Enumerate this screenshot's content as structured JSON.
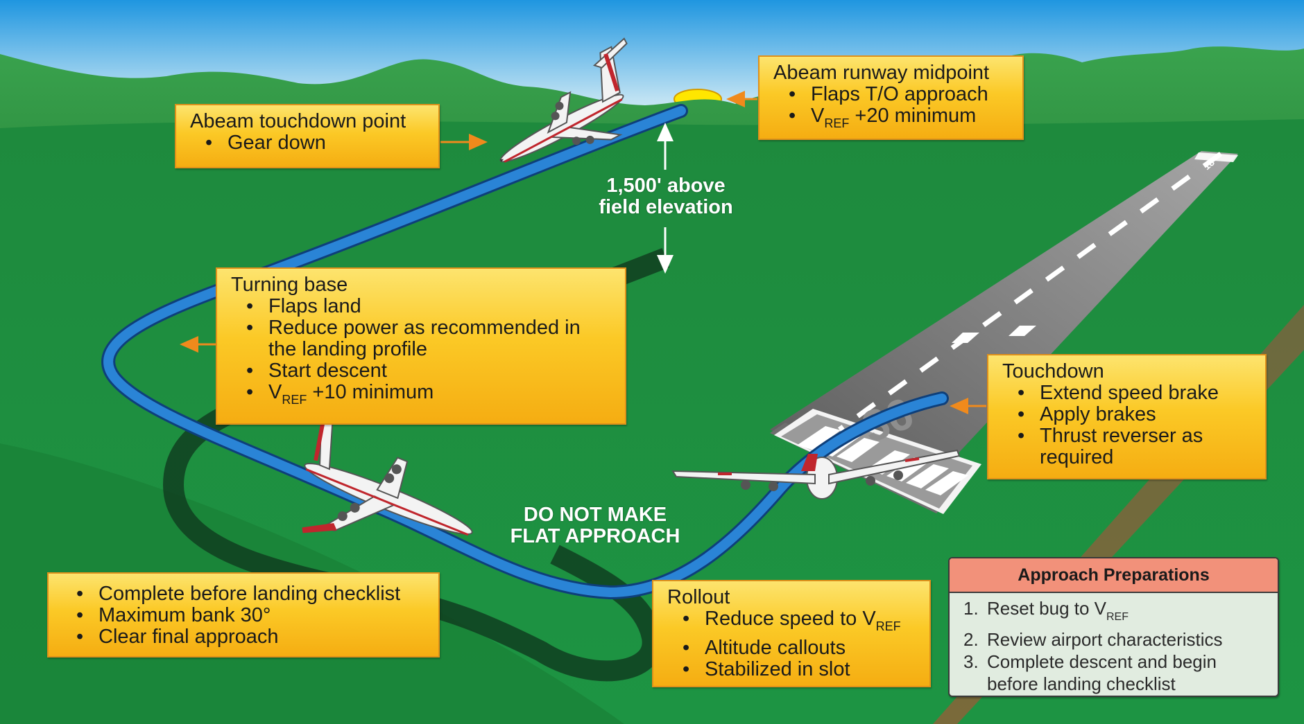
{
  "abeam_touchdown": {
    "title": "Abeam touchdown point",
    "items": [
      "Gear down"
    ]
  },
  "abeam_midpoint": {
    "title": "Abeam runway midpoint",
    "item1": "Flaps T/O approach",
    "item2_v": "V",
    "item2_sub": "REF",
    "item2_rest": " +20 minimum"
  },
  "altitude_label": {
    "line1": "1,500' above",
    "line2": "field elevation"
  },
  "turning_base": {
    "title": "Turning base",
    "item1": "Flaps land",
    "item2": "Reduce power as recommended in the landing profile",
    "item3": "Start descent",
    "item4_v": "V",
    "item4_sub": "REF",
    "item4_rest": " +10 minimum"
  },
  "touchdown": {
    "title": "Touchdown",
    "items": [
      "Extend speed brake",
      "Apply brakes",
      "Thrust reverser as required"
    ]
  },
  "flat_approach": {
    "line1": "DO NOT MAKE",
    "line2": "FLAT APPROACH"
  },
  "final_box": {
    "items": [
      "Complete before landing checklist",
      "Maximum bank 30°",
      "Clear final approach"
    ]
  },
  "rollout": {
    "title": "Rollout",
    "item1_text": "Reduce speed to V",
    "item1_sub": "REF",
    "item2": "Altitude callouts",
    "item3": "Stabilized in slot"
  },
  "approach_prep": {
    "title": "Approach Preparations",
    "item1_num": "1.",
    "item1_text": "Reset bug to V",
    "item1_sub": "REF",
    "item2_num": "2.",
    "item2_text": "Review airport characteristics",
    "item3_num": "3.",
    "item3_text": "Complete descent and begin before landing checklist"
  },
  "runway": {
    "near_number": "36",
    "far_number": "18"
  },
  "colors": {
    "callout_fill": "#fbc926",
    "callout_border": "#e0901a",
    "arrow": "#f08a1c",
    "flight_path": "#1a6fc4",
    "grass": "#1f8f3f",
    "sky": "#2aa0e6",
    "prep_header": "#f2917a",
    "prep_body": "#e1ece0"
  },
  "icons": [
    "airplane-icon",
    "sun-icon",
    "runway-icon",
    "arrow-icon"
  ]
}
